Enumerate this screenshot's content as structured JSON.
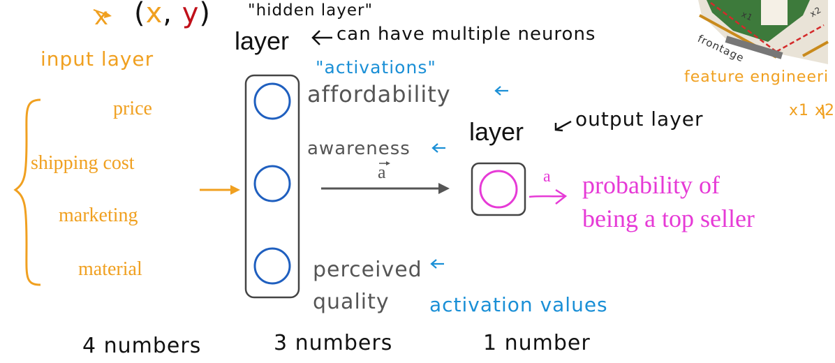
{
  "top": {
    "x_vec": "x",
    "xy_pair": "(x, y)",
    "x_part": "x",
    "y_part": "y",
    "hidden_layer": "\"hidden layer\"",
    "layer_label": "layer",
    "can_have": "can have multiple neurons"
  },
  "input": {
    "title": "input layer",
    "features": [
      "price",
      "shipping cost",
      "marketing",
      "material"
    ],
    "count": "4 numbers"
  },
  "hidden": {
    "activations_label": "\"activations\"",
    "neurons": [
      "affordability",
      "awareness",
      "perceived quality"
    ],
    "vector_label": "a",
    "activation_values": "activation values",
    "count": "3 numbers"
  },
  "output": {
    "layer_label": "layer",
    "output_layer": "output layer",
    "a_label": "a",
    "result_line1": "probability of",
    "result_line2": "being a top seller",
    "count": "1 number"
  },
  "corner": {
    "frontage": "frontage",
    "x1": "x1",
    "x2": "x2",
    "feature_engineering": "feature engineeri",
    "x1x2": "x1 x2"
  },
  "colors": {
    "orange": "#f0a020",
    "blue": "#1a8fd6",
    "magenta": "#e63ad6",
    "grey": "#555555",
    "neuron_blue": "#1f5fbf"
  }
}
